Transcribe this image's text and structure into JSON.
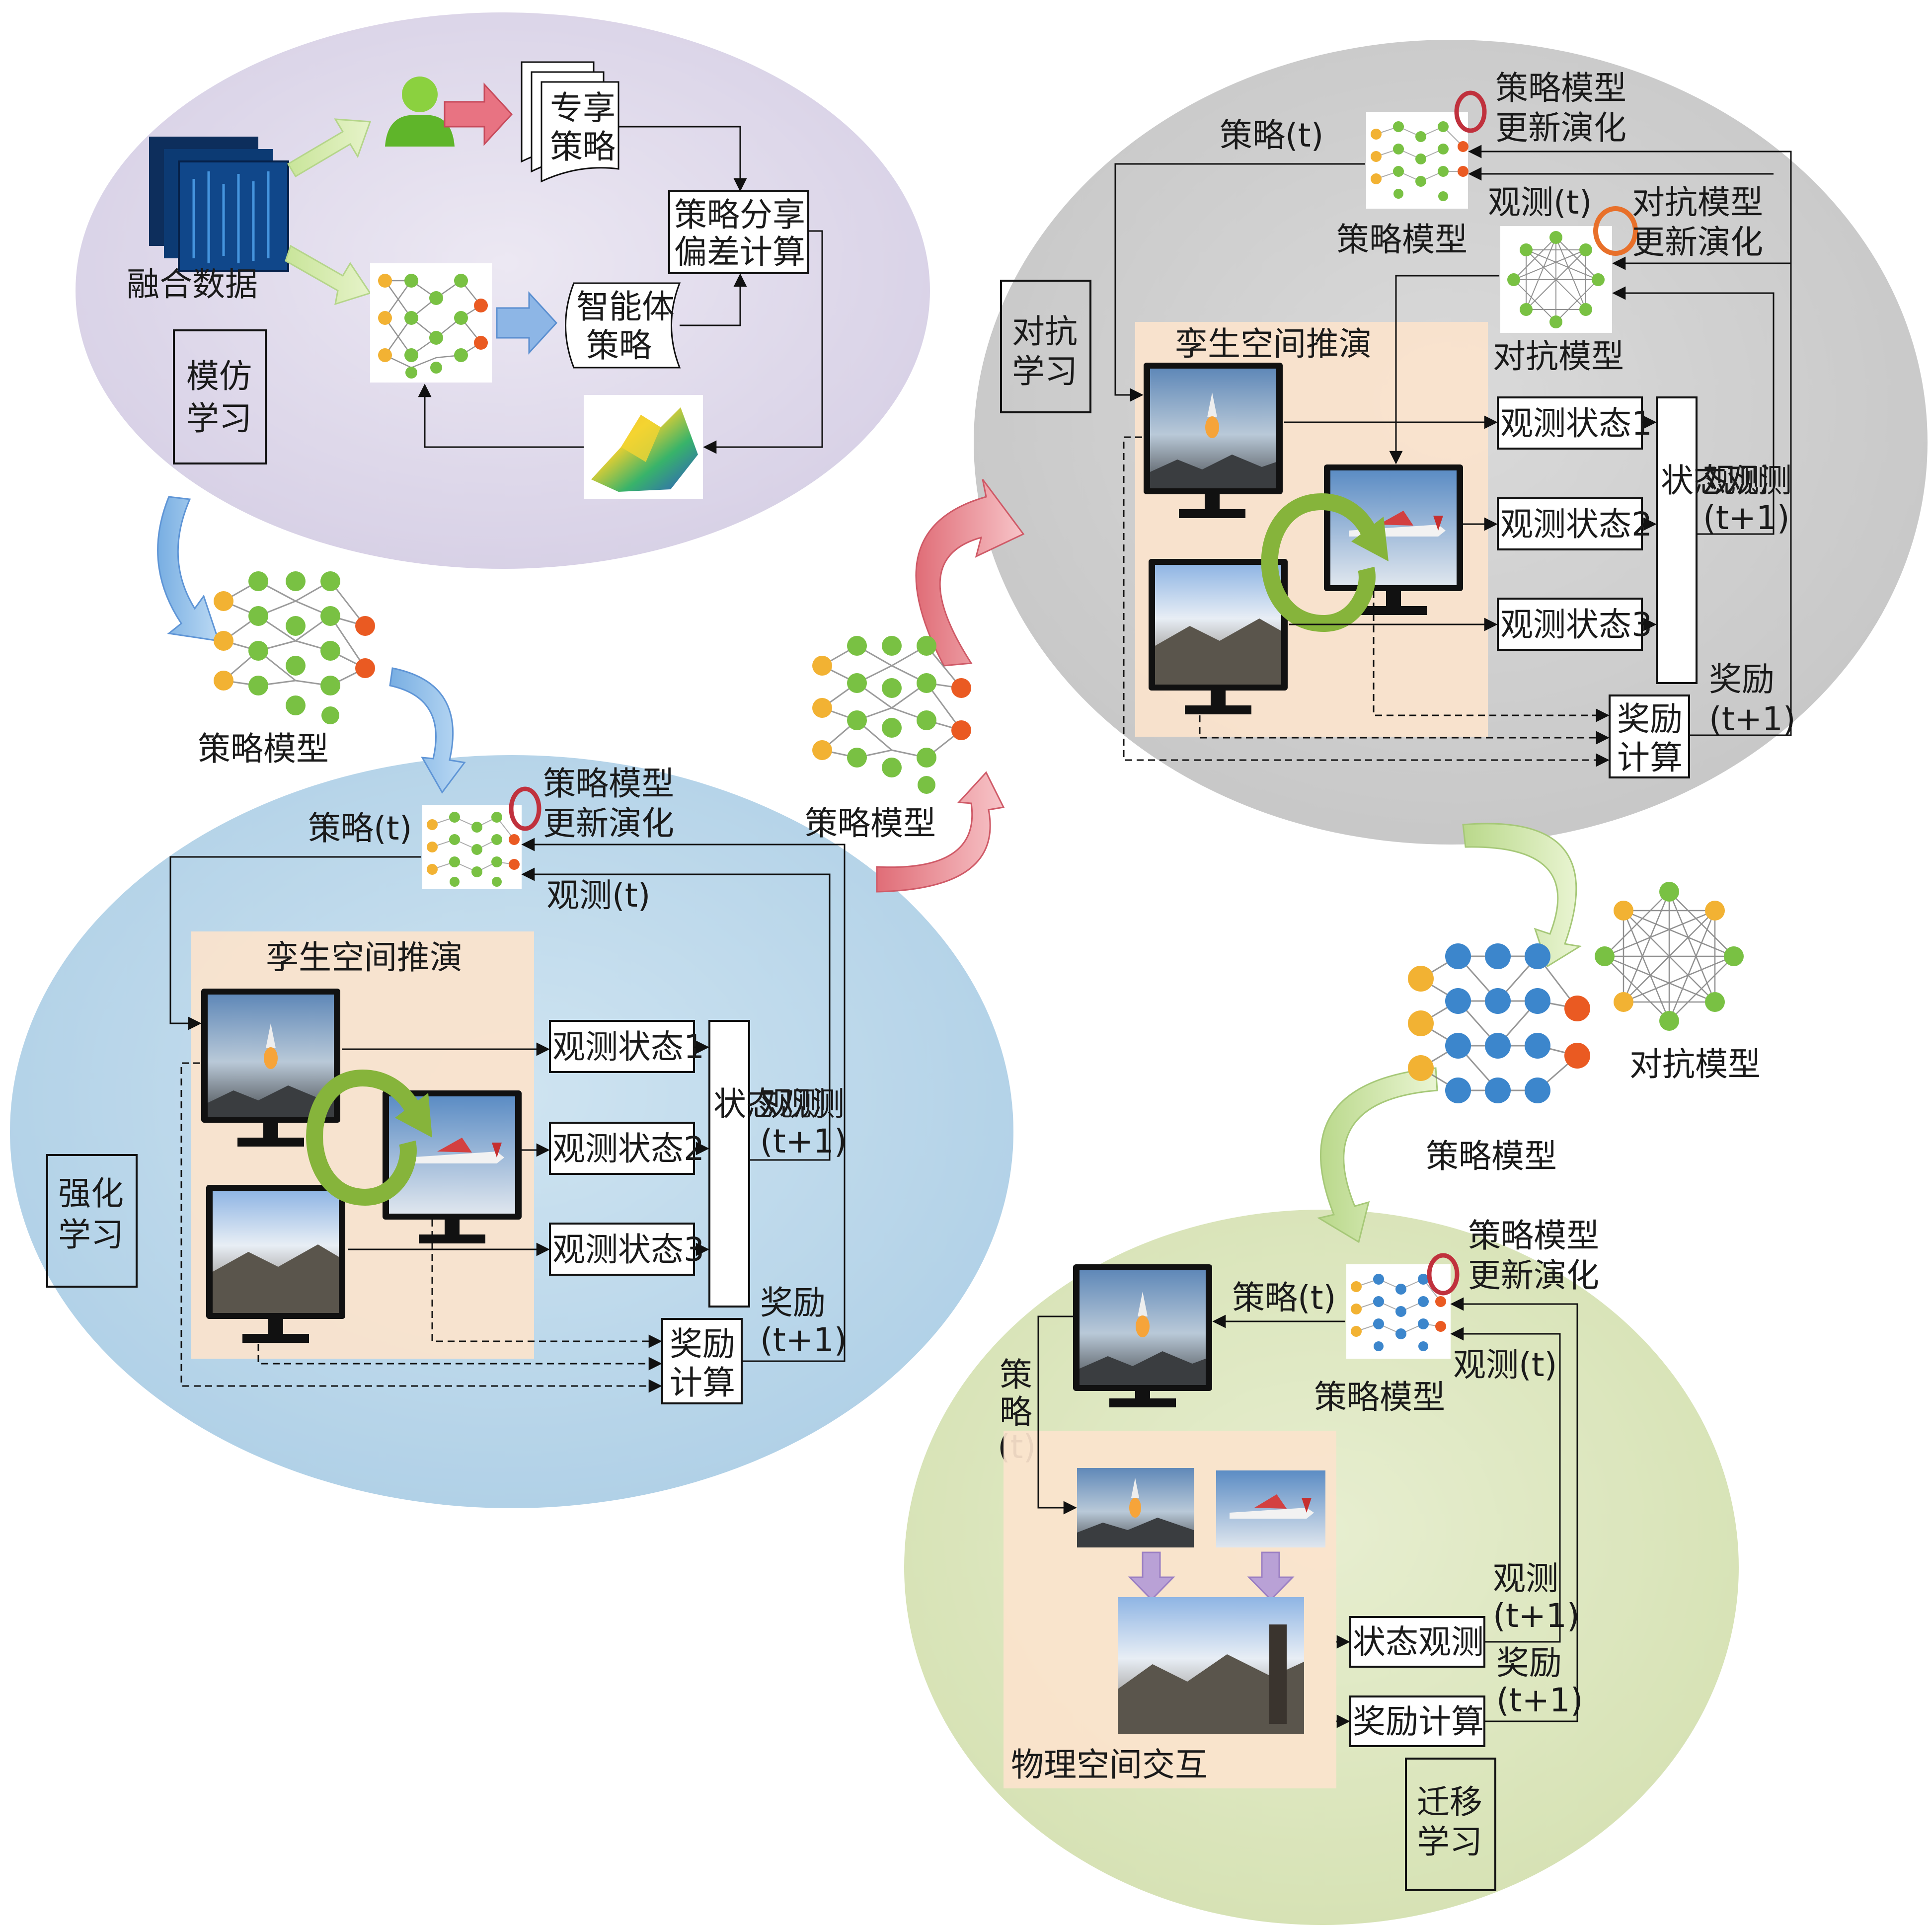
{
  "imitation": {
    "fused_data": "融合数据",
    "expert_policy": [
      "专享",
      "策略"
    ],
    "agent_policy": [
      "智能体",
      "策略"
    ],
    "deviation_calc": [
      "策略分享",
      "偏差计算"
    ],
    "stage_title": [
      "模仿",
      "学习"
    ]
  },
  "transfer_policy_model": "策略模型",
  "reinforce": {
    "policy_t": "策略(t)",
    "update_evolve": [
      "策略模型",
      "更新演化"
    ],
    "observe_t": "观测(t)",
    "twin_title": "孪生空间推演",
    "obs_state_1": "观测状态1",
    "obs_state_2": "观测状态2",
    "obs_state_3": "观测状态3",
    "state_observe": "状态观测",
    "observe_t1": [
      "观测",
      "(t+1)"
    ],
    "reward_t1": [
      "奖励",
      "(t+1)"
    ],
    "reward_calc": [
      "奖励",
      "计算"
    ],
    "stage_title": [
      "强化",
      "学习"
    ]
  },
  "middle_policy_model": "策略模型",
  "adversarial": {
    "policy_t": "策略(t)",
    "update_evolve": [
      "策略模型",
      "更新演化"
    ],
    "policy_model": "策略模型",
    "observe_t": "观测(t)",
    "adv_update_evolve": [
      "对抗模型",
      "更新演化"
    ],
    "adv_model": "对抗模型",
    "stage_title": [
      "对抗",
      "学习"
    ],
    "twin_title": "孪生空间推演",
    "obs_state_1": "观测状态1",
    "obs_state_2": "观测状态2",
    "obs_state_3": "观测状态3",
    "state_observe": "状态观测",
    "observe_t1": [
      "观测",
      "(t+1)"
    ],
    "reward_t1": [
      "奖励",
      "(t+1)"
    ],
    "reward_calc": [
      "奖励",
      "计算"
    ]
  },
  "transfer_models": {
    "adv_model": "对抗模型",
    "policy_model": "策略模型"
  },
  "transfer": {
    "policy_t": "策略(t)",
    "update_evolve": [
      "策略模型",
      "更新演化"
    ],
    "policy_model": "策略模型",
    "observe_t": "观测(t)",
    "policy_vertical": [
      "策",
      "略",
      "(t)"
    ],
    "observe_t1": [
      "观测",
      "(t+1)"
    ],
    "state_observe": "状态观测",
    "reward_t1": [
      "奖励",
      "(t+1)"
    ],
    "reward_calc": "奖励计算",
    "physical_title": "物理空间交互",
    "stage_title": [
      "迁移",
      "学习"
    ]
  },
  "colors": {
    "imitation_bg": "#ddd6ea",
    "reinforce_bg": "#b9d6e9",
    "adversarial_bg": "#cecece",
    "transfer_bg": "#dde6c0",
    "twin_bg": "#fbe3cc",
    "node_green": "#79c143",
    "node_yellow": "#f2b233",
    "node_red": "#ea5a22",
    "node_blue": "#3c86cc",
    "cycle_green": "#86b43b"
  }
}
